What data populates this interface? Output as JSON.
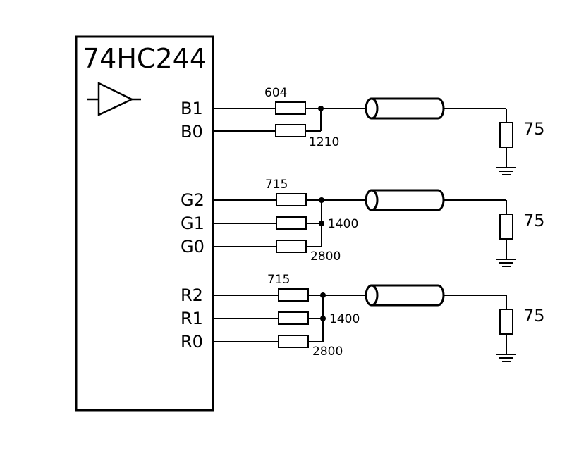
{
  "chip": {
    "title": "74HC244"
  },
  "groups": [
    {
      "id": "blue",
      "pins": [
        {
          "label": "B1",
          "resistor": "604"
        },
        {
          "label": "B0",
          "resistor": "1210"
        }
      ],
      "load": "75"
    },
    {
      "id": "green",
      "pins": [
        {
          "label": "G2",
          "resistor": "715"
        },
        {
          "label": "G1",
          "resistor": "1400"
        },
        {
          "label": "G0",
          "resistor": "2800"
        }
      ],
      "load": "75"
    },
    {
      "id": "red",
      "pins": [
        {
          "label": "R2",
          "resistor": "715"
        },
        {
          "label": "R1",
          "resistor": "1400"
        },
        {
          "label": "R0",
          "resistor": "2800"
        }
      ],
      "load": "75"
    }
  ]
}
